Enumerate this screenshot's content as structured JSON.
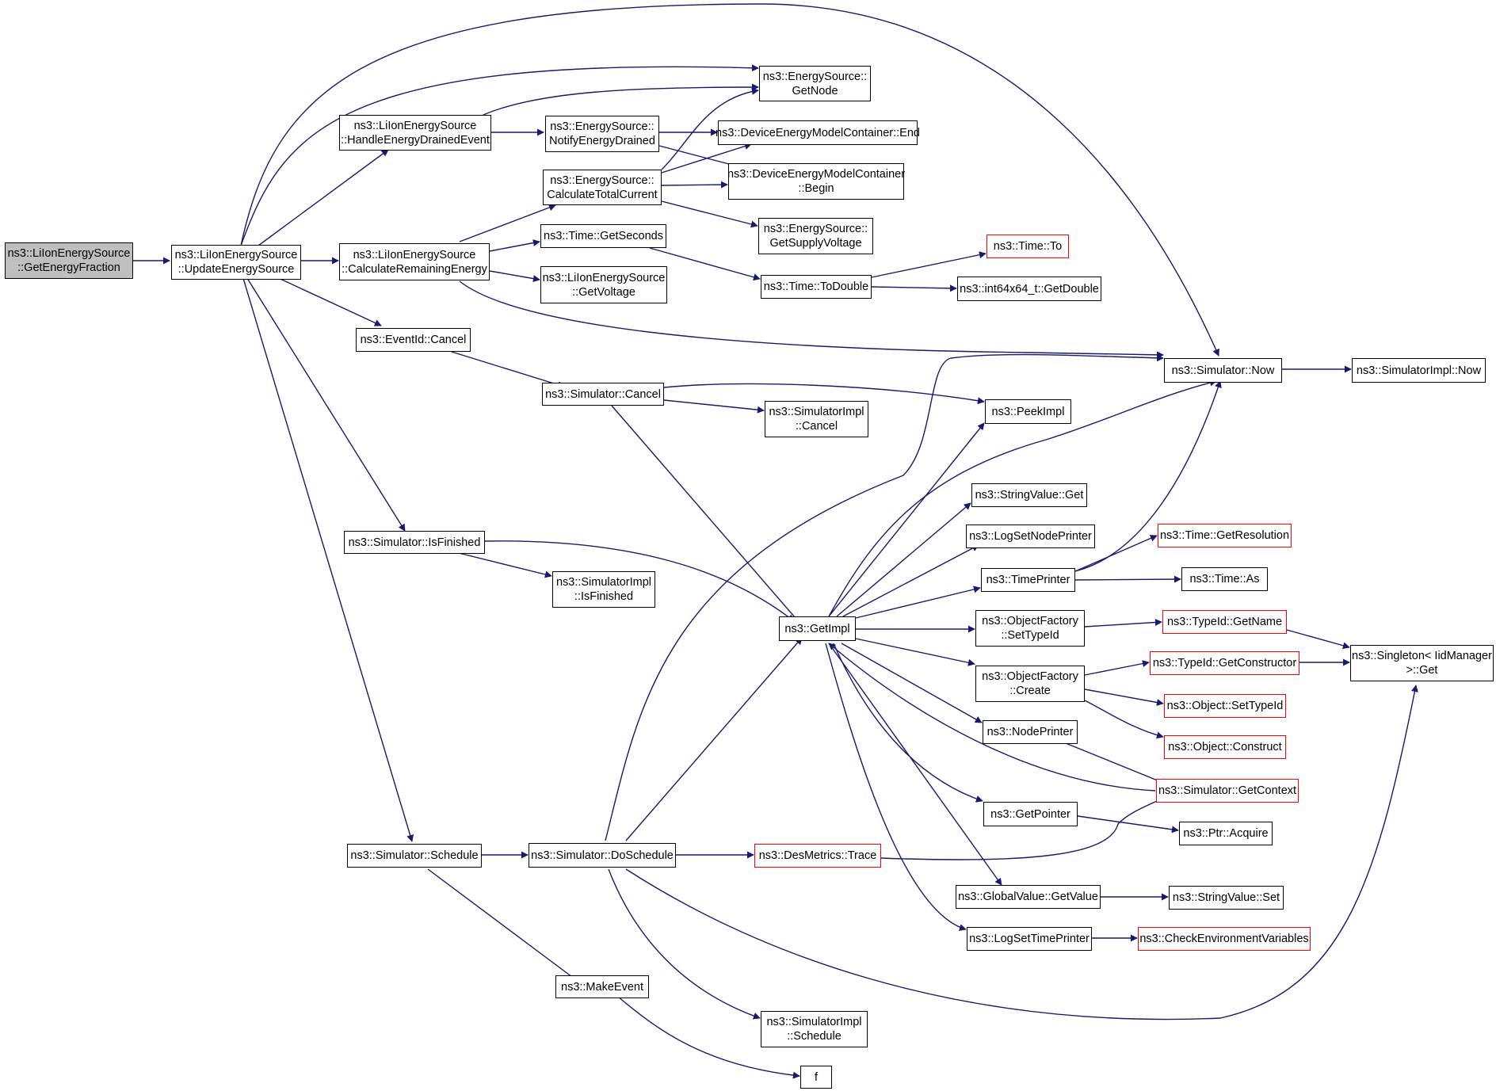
{
  "colors": {
    "edge": "#191970",
    "node_border": "#000000",
    "external_border": "#ff0000",
    "root_fill": "#bfbfbf"
  },
  "nodes": {
    "getenergyfraction": {
      "lines": [
        "ns3::LiIonEnergySource",
        "::GetEnergyFraction"
      ]
    },
    "updateenergysource": {
      "lines": [
        "ns3::LiIonEnergySource",
        "::UpdateEnergySource"
      ]
    },
    "handleenergydrainedevent": {
      "lines": [
        "ns3::LiIonEnergySource",
        "::HandleEnergyDrainedEvent"
      ]
    },
    "calculateremainingenergy": {
      "lines": [
        "ns3::LiIonEnergySource",
        "::CalculateRemainingEnergy"
      ]
    },
    "eventid-cancel": {
      "lines": [
        "ns3::EventId::Cancel"
      ]
    },
    "simulator-isfinished": {
      "lines": [
        "ns3::Simulator::IsFinished"
      ]
    },
    "simulator-schedule": {
      "lines": [
        "ns3::Simulator::Schedule"
      ]
    },
    "energysource-getnode": {
      "lines": [
        "ns3::EnergySource::",
        "GetNode"
      ]
    },
    "notifyenergydrained": {
      "lines": [
        "ns3::EnergySource::",
        "NotifyEnergyDrained"
      ]
    },
    "calculatetotalcurrent": {
      "lines": [
        "ns3::EnergySource::",
        "CalculateTotalCurrent"
      ]
    },
    "time-getseconds": {
      "lines": [
        "ns3::Time::GetSeconds"
      ]
    },
    "liion-getvoltage": {
      "lines": [
        "ns3::LiIonEnergySource",
        "::GetVoltage"
      ]
    },
    "simulator-cancel": {
      "lines": [
        "ns3::Simulator::Cancel"
      ]
    },
    "simulatorimpl-isfinished": {
      "lines": [
        "ns3::SimulatorImpl",
        "::IsFinished"
      ]
    },
    "simulator-doschedule": {
      "lines": [
        "ns3::Simulator::DoSchedule"
      ]
    },
    "makeevent": {
      "lines": [
        "ns3::MakeEvent"
      ]
    },
    "dmc-end": {
      "lines": [
        "ns3::DeviceEnergyModelContainer::End"
      ]
    },
    "dmc-begin": {
      "lines": [
        "ns3::DeviceEnergyModelContainer",
        "::Begin"
      ]
    },
    "getsupplyvoltage": {
      "lines": [
        "ns3::EnergySource::",
        "GetSupplyVoltage"
      ]
    },
    "time-todouble": {
      "lines": [
        "ns3::Time::ToDouble"
      ]
    },
    "simulatorimpl-cancel": {
      "lines": [
        "ns3::SimulatorImpl",
        "::Cancel"
      ]
    },
    "getimpl": {
      "lines": [
        "ns3::GetImpl"
      ]
    },
    "desmetrics-trace": {
      "lines": [
        "ns3::DesMetrics::Trace"
      ]
    },
    "simulatorimpl-schedule": {
      "lines": [
        "ns3::SimulatorImpl",
        "::Schedule"
      ]
    },
    "f": {
      "lines": [
        "f"
      ]
    },
    "time-to": {
      "lines": [
        "ns3::Time::To"
      ]
    },
    "int64x64-getdouble": {
      "lines": [
        "ns3::int64x64_t::GetDouble"
      ]
    },
    "simulator-now": {
      "lines": [
        "ns3::Simulator::Now"
      ]
    },
    "peekimpl": {
      "lines": [
        "ns3::PeekImpl"
      ]
    },
    "stringvalue-get": {
      "lines": [
        "ns3::StringValue::Get"
      ]
    },
    "logsetnodeprinter": {
      "lines": [
        "ns3::LogSetNodePrinter"
      ]
    },
    "timeprinter": {
      "lines": [
        "ns3::TimePrinter"
      ]
    },
    "objectfactory-settypeid": {
      "lines": [
        "ns3::ObjectFactory",
        "::SetTypeId"
      ]
    },
    "objectfactory-create": {
      "lines": [
        "ns3::ObjectFactory",
        "::Create"
      ]
    },
    "nodeprinter": {
      "lines": [
        "ns3::NodePrinter"
      ]
    },
    "getpointer": {
      "lines": [
        "ns3::GetPointer"
      ]
    },
    "globalvalue-getvalue": {
      "lines": [
        "ns3::GlobalValue::GetValue"
      ]
    },
    "logsettimeprinter": {
      "lines": [
        "ns3::LogSetTimePrinter"
      ]
    },
    "simulatorimpl-now": {
      "lines": [
        "ns3::SimulatorImpl::Now"
      ]
    },
    "time-getresolution": {
      "lines": [
        "ns3::Time::GetResolution"
      ]
    },
    "time-as": {
      "lines": [
        "ns3::Time::As"
      ]
    },
    "typeid-getname": {
      "lines": [
        "ns3::TypeId::GetName"
      ]
    },
    "typeid-getconstructor": {
      "lines": [
        "ns3::TypeId::GetConstructor"
      ]
    },
    "object-settypeid": {
      "lines": [
        "ns3::Object::SetTypeId"
      ]
    },
    "object-construct": {
      "lines": [
        "ns3::Object::Construct"
      ]
    },
    "simulator-getcontext": {
      "lines": [
        "ns3::Simulator::GetContext"
      ]
    },
    "ptr-acquire": {
      "lines": [
        "ns3::Ptr::Acquire"
      ]
    },
    "stringvalue-set": {
      "lines": [
        "ns3::StringValue::Set"
      ]
    },
    "checkenvironmentvariables": {
      "lines": [
        "ns3::CheckEnvironmentVariables"
      ]
    },
    "singleton-get": {
      "lines": [
        "ns3::Singleton< IidManager",
        ">::Get"
      ]
    }
  }
}
